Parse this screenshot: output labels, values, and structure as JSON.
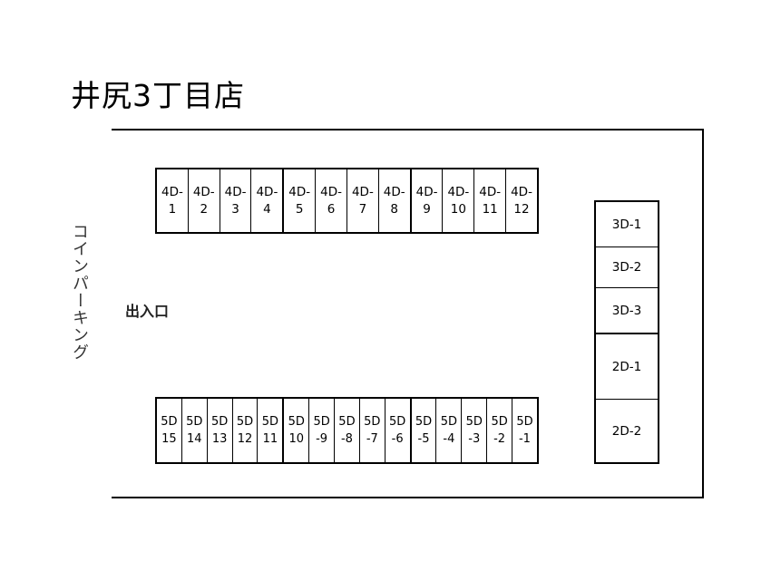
{
  "title": "井尻3丁目店",
  "side_label": "コインパーキング",
  "entrance_label": "出入口",
  "rows": {
    "top": [
      "4D-\n1",
      "4D-\n2",
      "4D-\n3",
      "4D-\n4",
      "4D-\n5",
      "4D-\n6",
      "4D-\n7",
      "4D-\n8",
      "4D-\n9",
      "4D-\n10",
      "4D-\n11",
      "4D-\n12"
    ],
    "bottom": [
      "5D\n15",
      "5D\n14",
      "5D\n13",
      "5D\n12",
      "5D\n11",
      "5D\n10",
      "5D\n-9",
      "5D\n-8",
      "5D\n-7",
      "5D\n-6",
      "5D\n-5",
      "5D\n-4",
      "5D\n-3",
      "5D\n-2",
      "5D\n-1"
    ]
  },
  "right_column": [
    "3D-1",
    "3D-2",
    "3D-3",
    "2D-1",
    "2D-2"
  ]
}
